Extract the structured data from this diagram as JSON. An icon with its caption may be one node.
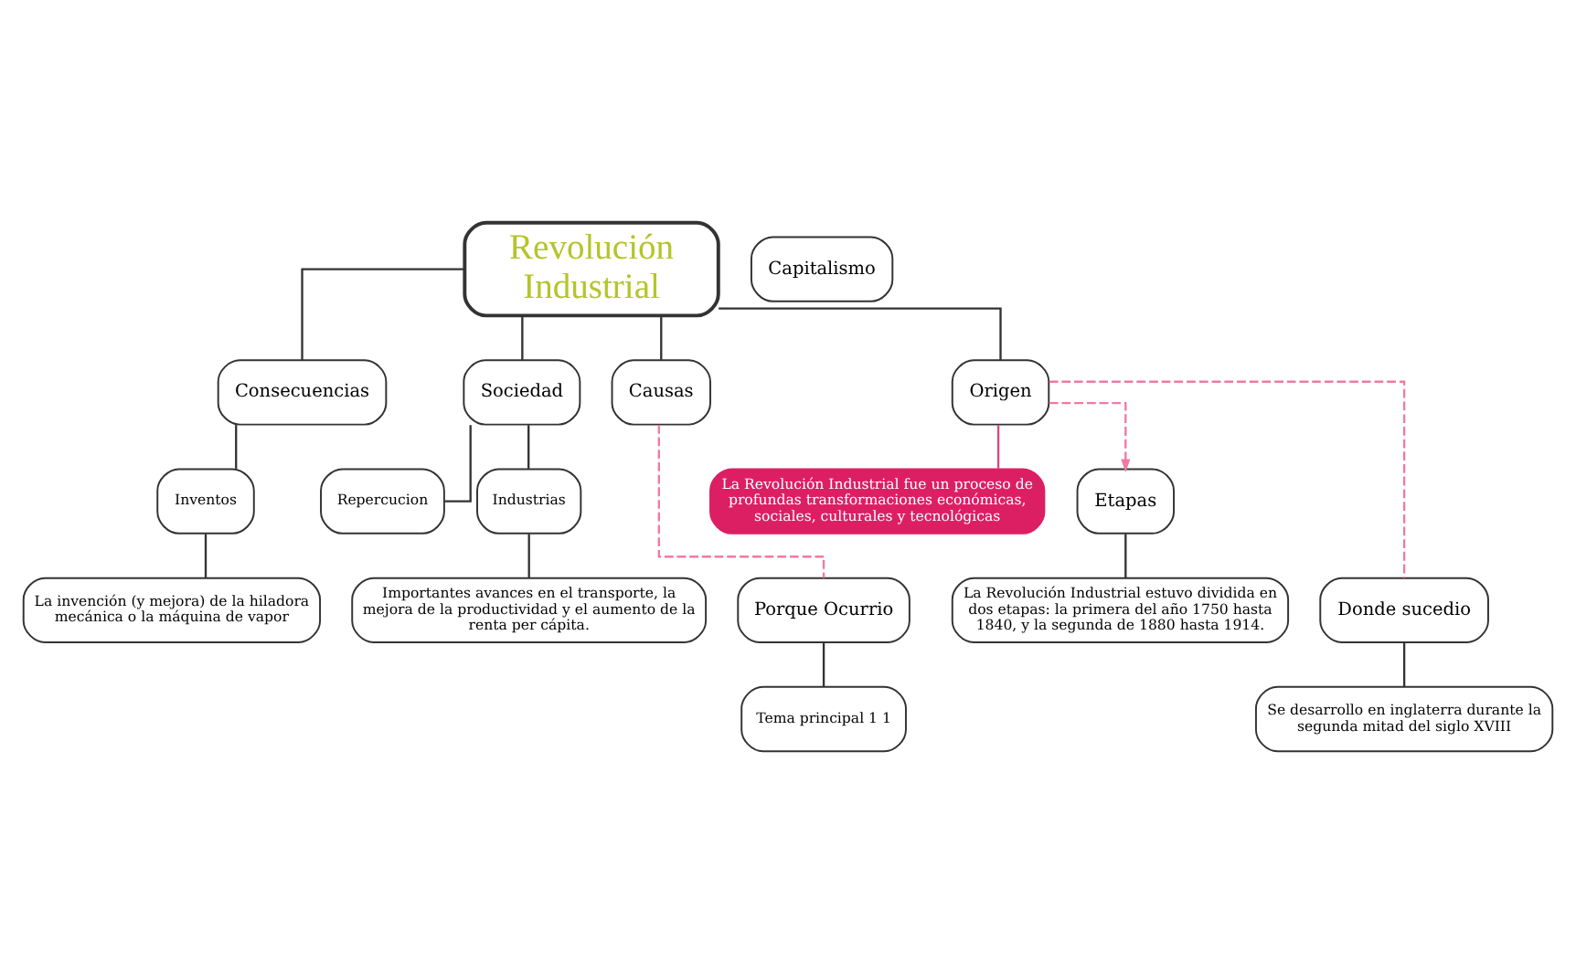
{
  "diagram": {
    "nodes": [
      {
        "text": [
          "Revolución Industrial"
        ]
      },
      {
        "text": [
          "Capitalismo"
        ]
      },
      {
        "text": [
          "Consecuencias"
        ]
      },
      {
        "text": [
          "Sociedad"
        ]
      },
      {
        "text": [
          "Causas"
        ]
      },
      {
        "text": [
          "Origen"
        ]
      },
      {
        "text": [
          "Inventos"
        ]
      },
      {
        "text": [
          "La invención (y mejora) de la hiladora mecánica o la máquina de vapor"
        ]
      },
      {
        "text": [
          "Repercucion"
        ]
      },
      {
        "text": [
          "Industrias"
        ]
      },
      {
        "text": [
          "Importantes avances en el transporte, la mejora de la productividad y el aumento de la renta per cápita."
        ]
      },
      {
        "text": [
          "La Revolución Industrial fue un proceso de profundas transformaciones económicas, sociales, culturales y tecnológicas"
        ]
      },
      {
        "text": [
          "Porque Ocurrio"
        ]
      },
      {
        "text": [
          "Tema principal 1 1"
        ]
      },
      {
        "text": [
          "Etapas"
        ]
      },
      {
        "text": [
          "La Revolución Industrial estuvo dividida en dos etapas: la primera del año 1750 hasta 1840, y la segunda de 1880 hasta 1914."
        ]
      },
      {
        "text": [
          "Donde sucedio"
        ]
      },
      {
        "text": [
          "Se desarrollo en inglaterra durante la segunda mitad del siglo XVIII"
        ]
      }
    ],
    "edges": [
      {
        "from": 0,
        "to": 2,
        "arrow": "none"
      },
      {
        "from": 0,
        "to": 3,
        "arrow": "none"
      },
      {
        "from": 0,
        "to": 4,
        "arrow": "none"
      },
      {
        "from": 0,
        "to": 5,
        "arrow": "none"
      },
      {
        "from": 2,
        "to": 6,
        "arrow": "none"
      },
      {
        "from": 6,
        "to": 7,
        "arrow": "none"
      },
      {
        "from": 3,
        "to": 8,
        "arrow": "none"
      },
      {
        "from": 3,
        "to": 9,
        "arrow": "none"
      },
      {
        "from": 9,
        "to": 10,
        "arrow": "none"
      },
      {
        "from": 5,
        "to": 11,
        "arrow": "none",
        "color": "#e0457b"
      },
      {
        "from": 4,
        "to": 12,
        "arrow": "none",
        "style": "dashed",
        "color": "#f07aa0"
      },
      {
        "from": 12,
        "to": 13,
        "arrow": "none"
      },
      {
        "from": 5,
        "to": 14,
        "arrow": "to",
        "style": "dashed",
        "color": "#f07aa0"
      },
      {
        "from": 5,
        "to": 16,
        "arrow": "none",
        "style": "dashed",
        "color": "#f07aa0"
      },
      {
        "from": 14,
        "to": 15,
        "arrow": "none"
      },
      {
        "from": 16,
        "to": 17,
        "arrow": "none"
      }
    ]
  }
}
